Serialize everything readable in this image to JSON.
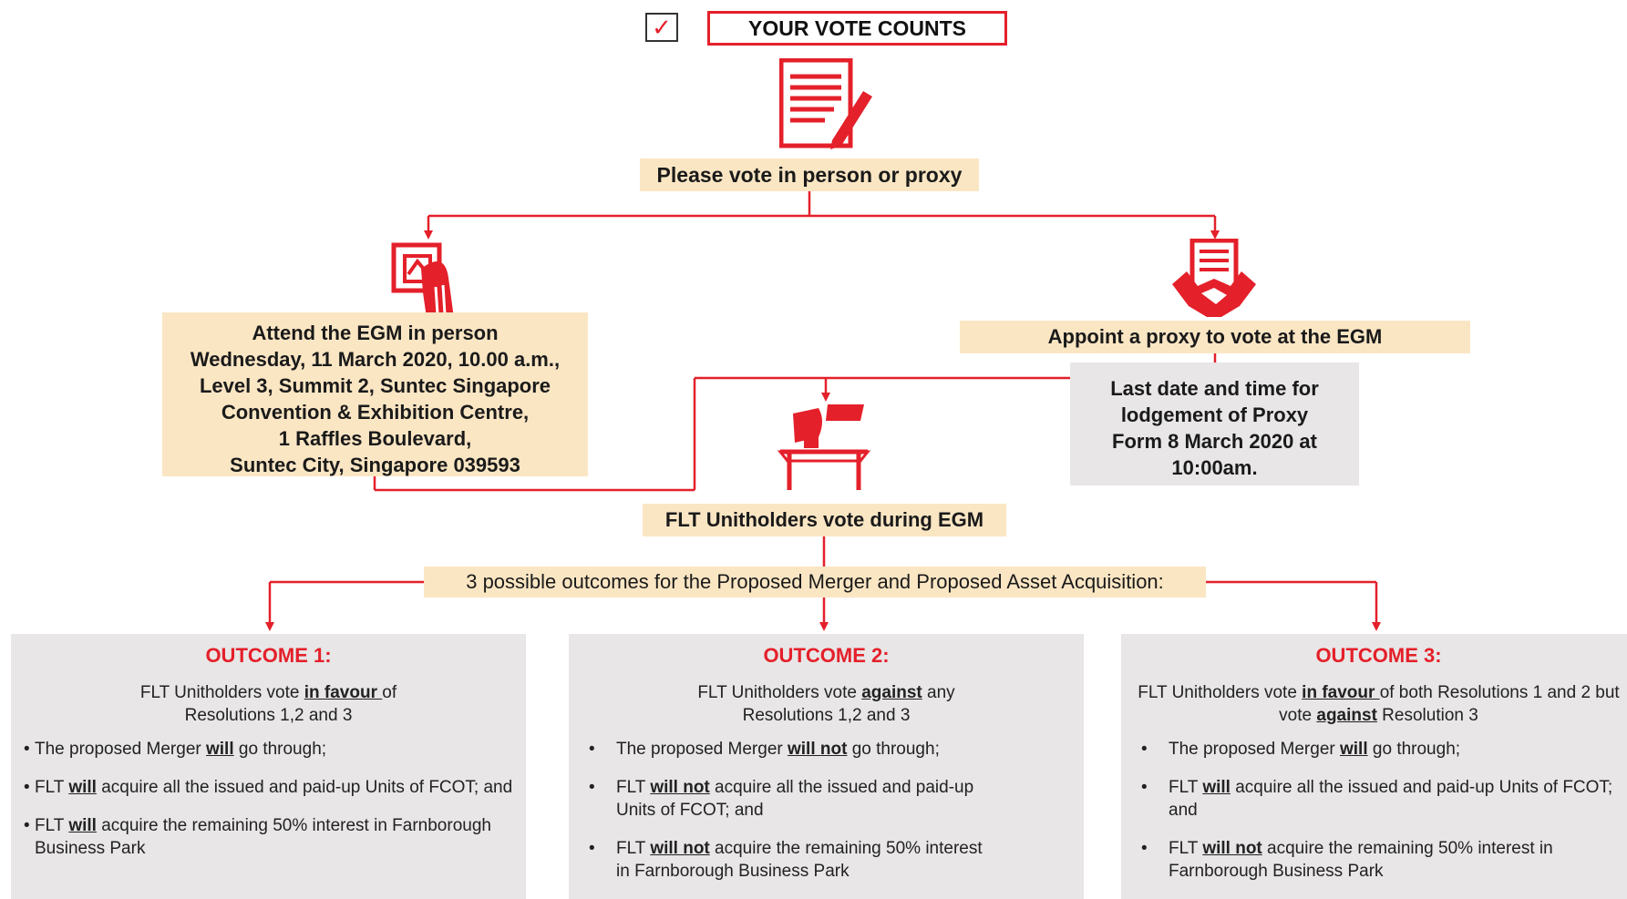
{
  "header": {
    "check_mark": "✓",
    "title": "YOUR VOTE COUNTS"
  },
  "vote_method": "Please vote in person or proxy",
  "attend": {
    "lines": [
      "Attend the EGM in person",
      "Wednesday, 11 March 2020, 10.00 a.m.,",
      "Level 3, Summit 2, Suntec Singapore",
      "Convention & Exhibition Centre,",
      "1 Raffles Boulevard,",
      "Suntec City, Singapore 039593"
    ]
  },
  "proxy": {
    "title": "Appoint a proxy to vote at the EGM",
    "lines": [
      "Last date and time for",
      "lodgement of Proxy",
      "Form 8 March 2020 at",
      "10:00am."
    ]
  },
  "egm_vote": "FLT Unitholders vote during EGM",
  "outcomes_intro": "3 possible outcomes for the Proposed Merger and Proposed Asset Acquisition:",
  "outcomes": [
    {
      "title": "OUTCOME 1:",
      "lead_pre": "FLT Unitholders vote ",
      "lead_em1": "in favour ",
      "lead_mid": "of",
      "lead_line2": "Resolutions 1,2 and 3",
      "b1_pre": "The proposed Merger ",
      "b1_em": "will",
      "b1_post": " go through;",
      "b2_pre": "FLT ",
      "b2_em": "will",
      "b2_post": " acquire all the issued and paid-up Units of FCOT; and",
      "b3_pre": "FLT ",
      "b3_em": "will",
      "b3_post": " acquire the remaining 50% interest in Farnborough Business Park"
    },
    {
      "title": "OUTCOME 2:",
      "lead_pre": "FLT Unitholders vote ",
      "lead_em1": "against",
      "lead_mid": " any",
      "lead_line2": "Resolutions 1,2 and 3",
      "b1_pre": "The proposed Merger ",
      "b1_em": "will not",
      "b1_post": " go through;",
      "b2_pre": "FLT ",
      "b2_em": "will not",
      "b2_post": " acquire all the issued and paid-up Units of FCOT; and",
      "b3_pre": "FLT ",
      "b3_em": "will not",
      "b3_post": " acquire the remaining 50% interest in Farnborough Business Park"
    },
    {
      "title": "OUTCOME 3:",
      "lead_pre": "FLT Unitholders vote ",
      "lead_em1": "in favour ",
      "lead_mid": "of both Resolutions 1 and 2 but vote ",
      "lead_em2": "against",
      "lead_post": " Resolution 3",
      "b1_pre": "The proposed Merger ",
      "b1_em": "will",
      "b1_post": " go through;",
      "b2_pre": "FLT ",
      "b2_em": "will",
      "b2_post": " acquire all the issued and paid-up Units of FCOT; and",
      "b3_pre": "FLT ",
      "b3_em": "will not",
      "b3_post": " acquire the remaining 50% interest in Farnborough Business Park"
    }
  ],
  "bullet": "•",
  "colors": {
    "accent": "#e4202a",
    "tan": "#fbe6c4",
    "grey": "#e8e6e6"
  },
  "icons": [
    "document-pen-icon",
    "ballot-hand-icon",
    "handshake-document-icon",
    "ballot-box-table-icon"
  ]
}
